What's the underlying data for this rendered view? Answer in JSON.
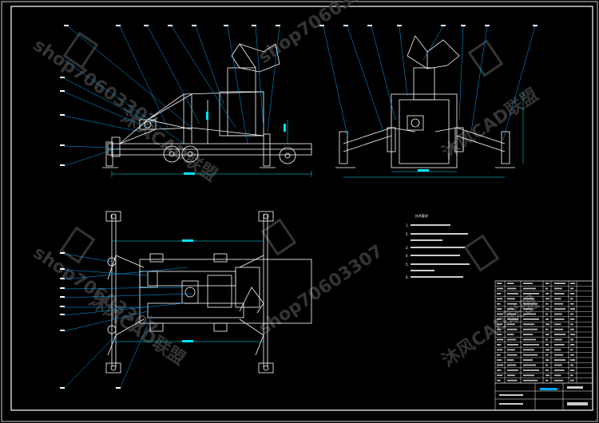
{
  "watermark": {
    "line1": "shop70603307",
    "line2": "沐风CAD联盟",
    "line3": "盗图必究"
  },
  "notes": {
    "title": "技术要求",
    "lines": [
      "1.",
      "2.",
      "3.",
      "4.",
      "5.",
      "6."
    ]
  },
  "colors": {
    "background": "#000000",
    "frame": "#ffffff",
    "leader": "#00a8ff",
    "dimension": "#00e5ff",
    "geometry": "#ffffff",
    "watermark": "#3a3a3a"
  }
}
